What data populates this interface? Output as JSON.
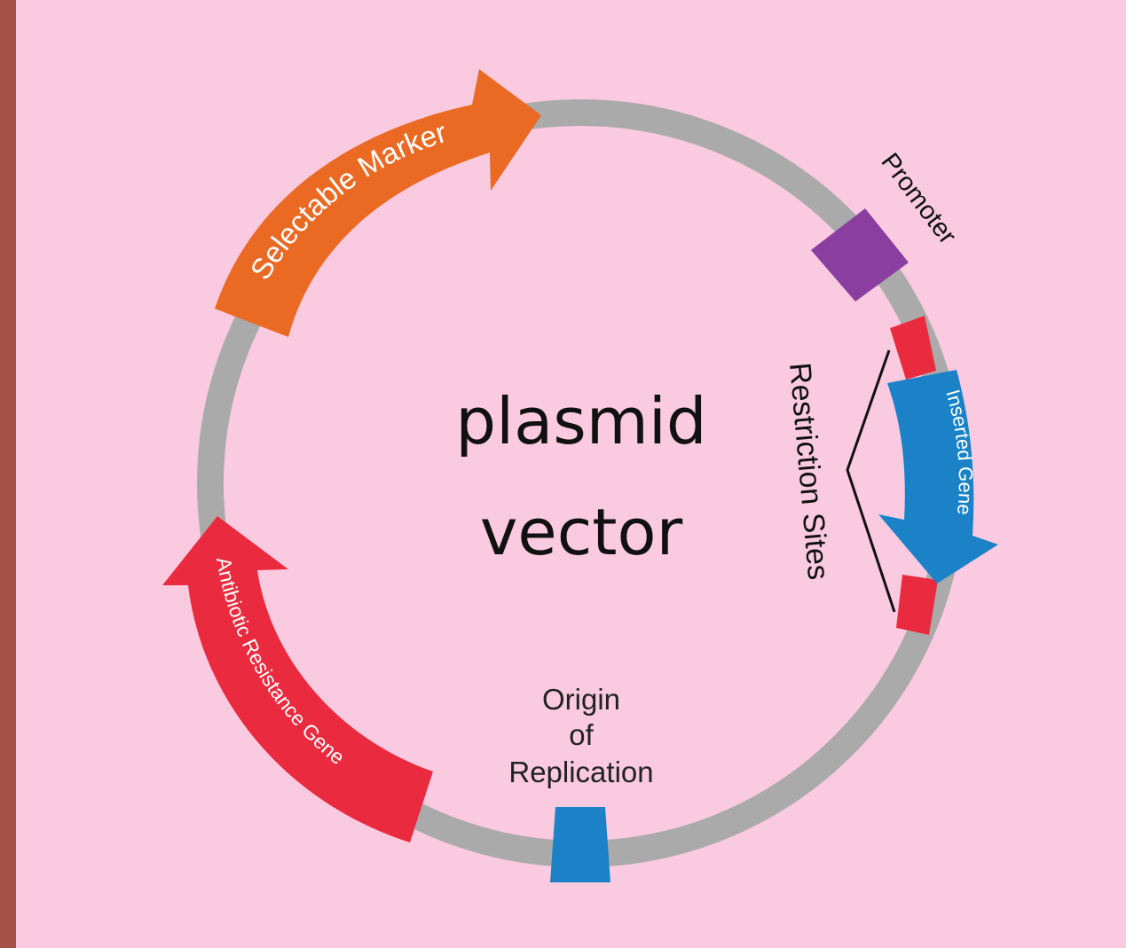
{
  "title_line1": "plasmid",
  "title_line2": "vector",
  "labels": {
    "selectable_marker": "Selectable Marker",
    "promoter": "Promoter",
    "restriction_sites": "Restriction Sites",
    "inserted_gene": "Inserted Gene",
    "origin_line1": "Origin",
    "origin_line2": "of",
    "origin_line3": "Replication",
    "antibiotic_resistance": "Antibiotic Resistance Gene"
  },
  "colors": {
    "background": "#facae0",
    "side_bar": "#a65248",
    "ring": "#aaaaaa",
    "selectable_marker": "#ea6a24",
    "promoter": "#8a3fa0",
    "restriction_sites": "#ea2b3f",
    "inserted_gene": "#1b82c7",
    "origin": "#1b82c7",
    "antibiotic_resistance": "#ea2b3f"
  }
}
